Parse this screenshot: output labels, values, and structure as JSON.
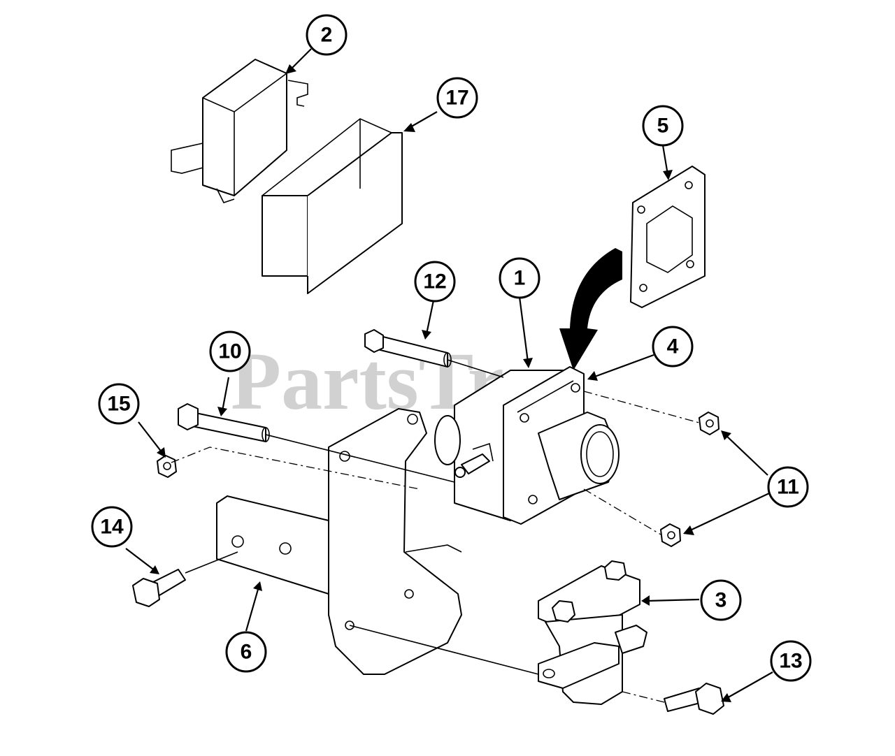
{
  "watermark": "PartsTree",
  "callouts": [
    {
      "id": "c2",
      "label": "2"
    },
    {
      "id": "c17",
      "label": "17"
    },
    {
      "id": "c5",
      "label": "5"
    },
    {
      "id": "c12",
      "label": "12"
    },
    {
      "id": "c1",
      "label": "1"
    },
    {
      "id": "c4",
      "label": "4"
    },
    {
      "id": "c10",
      "label": "10"
    },
    {
      "id": "c15",
      "label": "15"
    },
    {
      "id": "c11",
      "label": "11"
    },
    {
      "id": "c14",
      "label": "14"
    },
    {
      "id": "c3",
      "label": "3"
    },
    {
      "id": "c6",
      "label": "6"
    },
    {
      "id": "c13",
      "label": "13"
    }
  ]
}
